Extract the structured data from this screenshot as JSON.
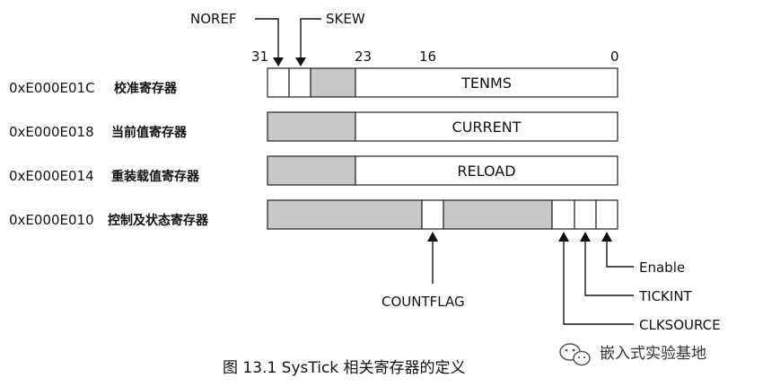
{
  "top_labels": {
    "noref": "NOREF",
    "skew": "SKEW"
  },
  "bit_numbers": {
    "b31": "31",
    "b23": "23",
    "b16": "16",
    "b0": "0"
  },
  "registers": [
    {
      "address": "0xE000E01C",
      "name": "校准寄存器",
      "field": "TENMS"
    },
    {
      "address": "0xE000E018",
      "name": "当前值寄存器",
      "field": "CURRENT"
    },
    {
      "address": "0xE000E014",
      "name": "重装载值寄存器",
      "field": "RELOAD"
    },
    {
      "address": "0xE000E010",
      "name": "控制及状态寄存器",
      "field": ""
    }
  ],
  "bottom_labels": {
    "countflag": "COUNTFLAG",
    "enable": "Enable",
    "tickint": "TICKINT",
    "clksource": "CLKSOURCE"
  },
  "caption": "图 13.1   SysTick 相关寄存器的定义",
  "watermark": "嵌入式实验基地",
  "colors": {
    "reserved_fill": "#c8c8c8",
    "box_stroke": "#222222",
    "text": "#111111"
  },
  "icons": [
    "wechat-logo-icon"
  ]
}
